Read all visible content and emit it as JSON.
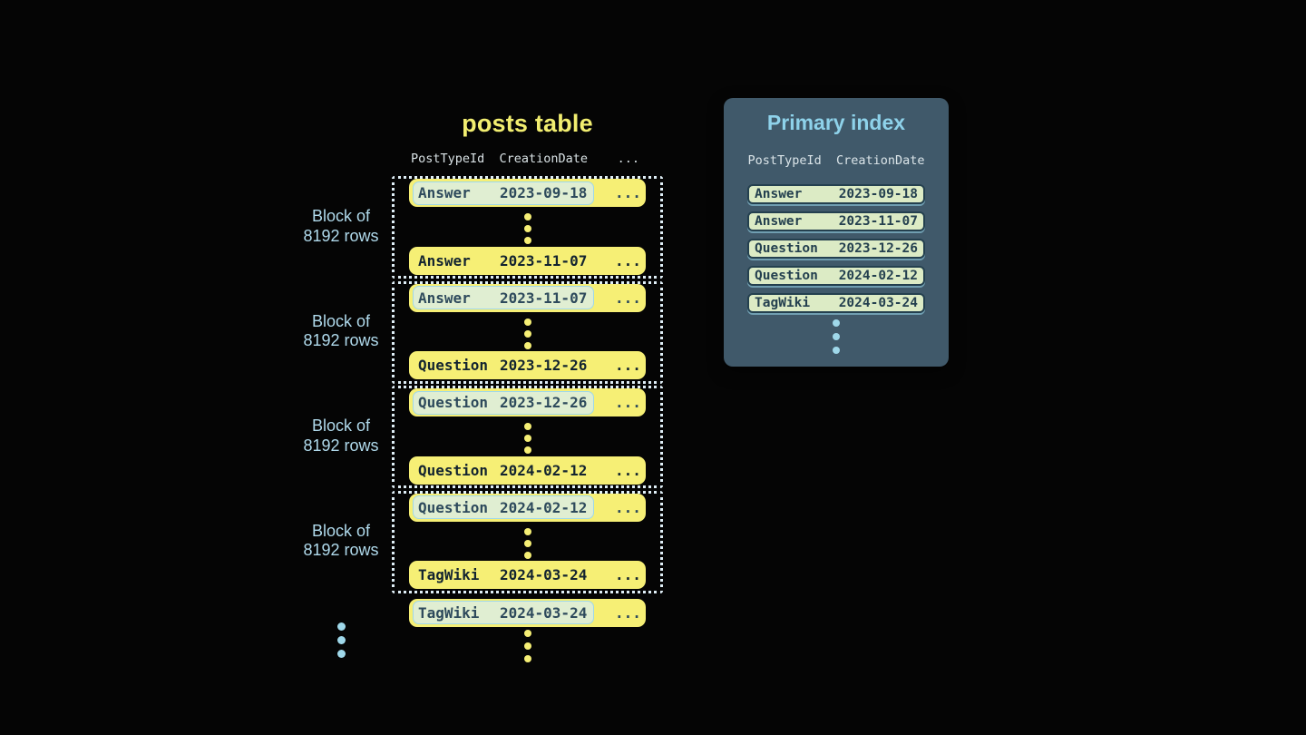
{
  "posts_table": {
    "title": "posts table",
    "header": "PostTypeId  CreationDate    ...",
    "block_label": "Block of\n8192 rows",
    "blocks": [
      {
        "first": {
          "type": "Answer",
          "date": "2023-09-18",
          "more": "..."
        },
        "last": {
          "type": "Answer",
          "date": "2023-11-07",
          "more": "..."
        }
      },
      {
        "first": {
          "type": "Answer",
          "date": "2023-11-07",
          "more": "..."
        },
        "last": {
          "type": "Question",
          "date": "2023-12-26",
          "more": "..."
        }
      },
      {
        "first": {
          "type": "Question",
          "date": "2023-12-26",
          "more": "..."
        },
        "last": {
          "type": "Question",
          "date": "2024-02-12",
          "more": "..."
        }
      },
      {
        "first": {
          "type": "Question",
          "date": "2024-02-12",
          "more": "..."
        },
        "last": {
          "type": "TagWiki",
          "date": "2024-03-24",
          "more": "..."
        }
      }
    ],
    "overflow_row": {
      "type": "TagWiki",
      "date": "2024-03-24",
      "more": "..."
    }
  },
  "primary_index": {
    "title": "Primary index",
    "header": "PostTypeId  CreationDate",
    "rows": [
      {
        "type": "Answer",
        "date": "2023-09-18"
      },
      {
        "type": "Answer",
        "date": "2023-11-07"
      },
      {
        "type": "Question",
        "date": "2023-12-26"
      },
      {
        "type": "Question",
        "date": "2024-02-12"
      },
      {
        "type": "TagWiki",
        "date": "2024-03-24"
      }
    ]
  },
  "colors": {
    "background": "#050505",
    "row_yellow": "#f6ef75",
    "row_text_dark": "#132430",
    "row_text_highlighted": "#2e4a5c",
    "highlight_green": "#e0eed2",
    "highlight_border_blue": "#9fd8ea",
    "dotted_block_border": "#dfeef6",
    "block_label_blue": "#b0daec",
    "posts_title_yellow": "#f2ee70",
    "column_header_gray": "#d9e2e5",
    "panel_background": "#40596a",
    "panel_title_blue": "#8ed2ea",
    "index_pill_green": "#dcebc5",
    "index_pill_border": "#24404f",
    "yellow_dot": "#f6ef75",
    "blue_dot": "#9fd8ea"
  }
}
